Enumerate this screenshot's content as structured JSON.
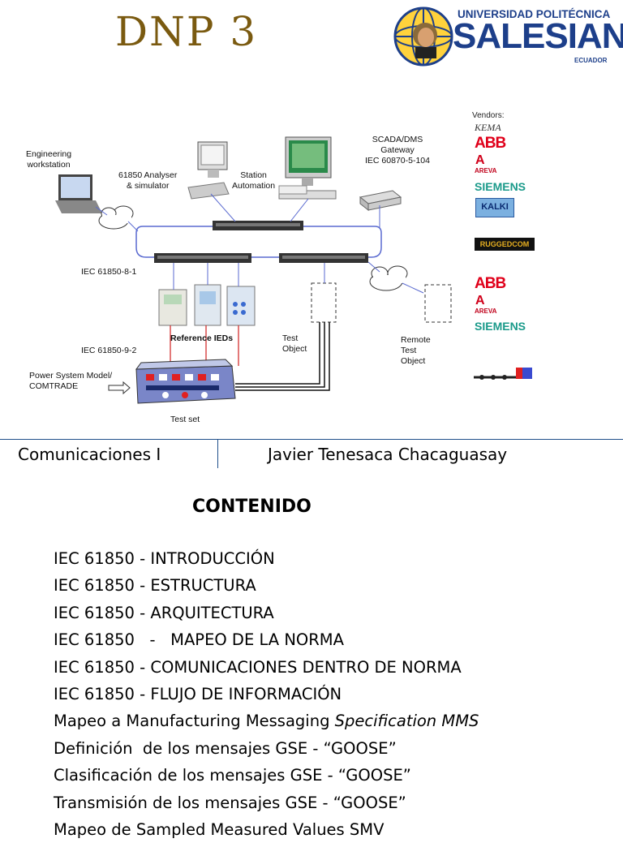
{
  "title": "DNP  3",
  "logo": {
    "line1": "UNIVERSIDAD POLITÉCNICA",
    "line2": "SALESIANA",
    "line3": "ECUADOR"
  },
  "diagram": {
    "engineering_workstation": "Engineering\nworkstation",
    "analyser": "61850 Analyser\n& simulator",
    "station_automation": "Station\nAutomation",
    "scada": "SCADA/DMS\nGateway\nIEC 60870-5-104",
    "iec_8_1": "IEC 61850-8-1",
    "reference_ieds": "Reference IEDs",
    "test_object": "Test\nObject",
    "remote_test_object": "Remote\nTest\nObject",
    "iec_9_2": "IEC 61850-9-2",
    "power_system_model": "Power System Model/\nCOMTRADE",
    "test_set": "Test set"
  },
  "vendors": {
    "heading": "Vendors:",
    "kema": "KEMA",
    "abb": "ABB",
    "areva": "AREVA",
    "siemens": "SIEMENS",
    "kalki": "KALKI",
    "ruggedcom": "RUGGEDCOM"
  },
  "footer": {
    "left": "Comunicaciones I",
    "right": "Javier Tenesaca Chacaguasay"
  },
  "contents": {
    "title": "CONTENIDO",
    "bullet": "",
    "items": [
      {
        "text": "IEC 61850  -  INTRODUCCIÓN",
        "italic": ""
      },
      {
        "text": "IEC 61850  -  ESTRUCTURA",
        "italic": ""
      },
      {
        "text": "IEC 61850  -  ARQUITECTURA",
        "italic": ""
      },
      {
        "text": "IEC 61850   -   MAPEO DE LA NORMA",
        "italic": ""
      },
      {
        "text": "IEC 61850  -  COMUNICACIONES DENTRO DE NORMA",
        "italic": ""
      },
      {
        "text": "IEC 61850  -  FLUJO DE INFORMACIÓN",
        "italic": ""
      },
      {
        "text": "Mapeo a Manufacturing Messaging ",
        "italic": "Specification MMS"
      },
      {
        "text": "Definición  de los mensajes GSE - “GOOSE”",
        "italic": ""
      },
      {
        "text": "Clasificación de los mensajes GSE - “GOOSE”",
        "italic": ""
      },
      {
        "text": "Transmisión de los mensajes GSE - “GOOSE”",
        "italic": ""
      },
      {
        "text": "Mapeo de Sampled Measured Values SMV",
        "italic": ""
      }
    ]
  },
  "colors": {
    "title": "#7a5a10",
    "logo_blue": "#1d3f8a",
    "network_line": "#5a6ad0",
    "ied_link": "#d02020",
    "footer_rule": "#1f4f8a"
  }
}
